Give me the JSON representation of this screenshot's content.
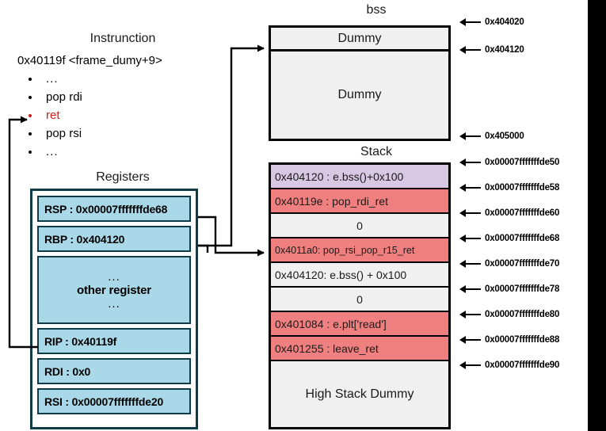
{
  "instruction": {
    "title": "Instrunction",
    "address": "0x40119f <frame_dumy+9>",
    "lines": [
      {
        "text": "...",
        "highlight": false
      },
      {
        "text": "pop rdi",
        "highlight": false
      },
      {
        "text": "ret",
        "highlight": true
      },
      {
        "text": "pop rsi",
        "highlight": false
      },
      {
        "text": "...",
        "highlight": false
      }
    ],
    "highlight_color": "#d01e1e"
  },
  "registers": {
    "title": "Registers",
    "cell_color": "#a9d9e8",
    "border_color": "#0d3b46",
    "items": [
      {
        "label": "RSP : 0x00007fffffffde68",
        "kind": "single"
      },
      {
        "label": "RBP : 0x404120",
        "kind": "single"
      },
      {
        "top": "...",
        "label": "other register",
        "bottom": "...",
        "kind": "group"
      },
      {
        "label": "RIP : 0x40119f",
        "kind": "single"
      },
      {
        "label": "RDI : 0x0",
        "kind": "single"
      },
      {
        "label": "RSI : 0x00007fffffffde20",
        "kind": "single"
      }
    ]
  },
  "bss": {
    "title": "bss",
    "rows": [
      {
        "label": "Dummy"
      },
      {
        "label": "Dummy"
      }
    ],
    "addresses": [
      "0x404020",
      "0x404120",
      "0x405000"
    ]
  },
  "stack": {
    "title": "Stack",
    "colors": {
      "purple": "#d8c8e3",
      "red": "#f08080",
      "grey": "#f0f0f0"
    },
    "rows": [
      {
        "label": "0x404120 : e.bss()+0x100",
        "color": "purple",
        "align": "left",
        "size": "normal"
      },
      {
        "label": "0x40119e : pop_rdi_ret",
        "color": "red",
        "align": "left",
        "size": "normal"
      },
      {
        "label": "0",
        "color": "grey",
        "align": "center",
        "size": "normal"
      },
      {
        "label": "0x4011a0: pop_rsi_pop_r15_ret",
        "color": "red",
        "align": "left",
        "size": "shrink"
      },
      {
        "label": "0x404120: e.bss() + 0x100",
        "color": "grey",
        "align": "left",
        "size": "normal"
      },
      {
        "label": "0",
        "color": "grey",
        "align": "center",
        "size": "normal"
      },
      {
        "label": "0x401084 : e.plt['read']",
        "color": "red",
        "align": "left",
        "size": "normal"
      },
      {
        "label": "0x401255 : leave_ret",
        "color": "red",
        "align": "left",
        "size": "normal"
      },
      {
        "label": "High Stack Dummy",
        "color": "grey",
        "align": "center",
        "size": "tall"
      }
    ],
    "addresses": [
      "0x00007fffffffde50",
      "0x00007fffffffde58",
      "0x00007fffffffde60",
      "0x00007fffffffde68",
      "0x00007fffffffde70",
      "0x00007fffffffde78",
      "0x00007fffffffde80",
      "0x00007fffffffde88",
      "0x00007fffffffde90"
    ]
  }
}
